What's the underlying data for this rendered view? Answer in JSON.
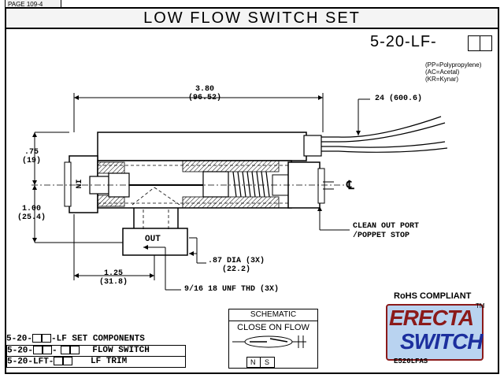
{
  "page_tab": "PAGE 109-4",
  "title": "LOW FLOW SWITCH SET",
  "part_number": "5-20-LF-",
  "materials": [
    "(PP=Polypropylene)",
    "(AC=Acetal)",
    "(KR=Kynar)"
  ],
  "dimensions": {
    "length": "3.80",
    "length_mm": "(96.52)",
    "lead": "24 (600.6)",
    "upper": ".75",
    "upper_mm": "(19)",
    "lower": "1.00",
    "lower_mm": "(25.4)",
    "outlet_offset": "1.25",
    "outlet_offset_mm": "(31.8)",
    "dia": ".87 DIA (3X)",
    "dia_mm": "(22.2)",
    "thread": "9/16 18 UNF THD (3X)"
  },
  "labels": {
    "inlet": "IN",
    "outlet": "OUT",
    "centerline": "℄",
    "clean_out_1": "CLEAN OUT PORT",
    "clean_out_2": "/POPPET STOP"
  },
  "components": {
    "row1_a": "5-20-",
    "row1_b": "-LF SET COMPONENTS",
    "row2_a": "5-20-",
    "row2_b": "-",
    "row2_c": "FLOW SWITCH",
    "row3_a": "5-20-LFT-",
    "row3_b": "LF TRIM"
  },
  "schematic": {
    "title": "SCHEMATIC",
    "subtitle": "CLOSE ON FLOW",
    "n": "N",
    "s": "S"
  },
  "rohs": "RoHS COMPLIANT",
  "logo": {
    "line1": "ERECTA",
    "line2": "SWITCH",
    "tm": "TM",
    "code": "E520LFAS"
  },
  "colors": {
    "logo_red": "#8b1a1a",
    "logo_blue": "#1c2f9e",
    "logo_bg": "#b9d3f0"
  }
}
